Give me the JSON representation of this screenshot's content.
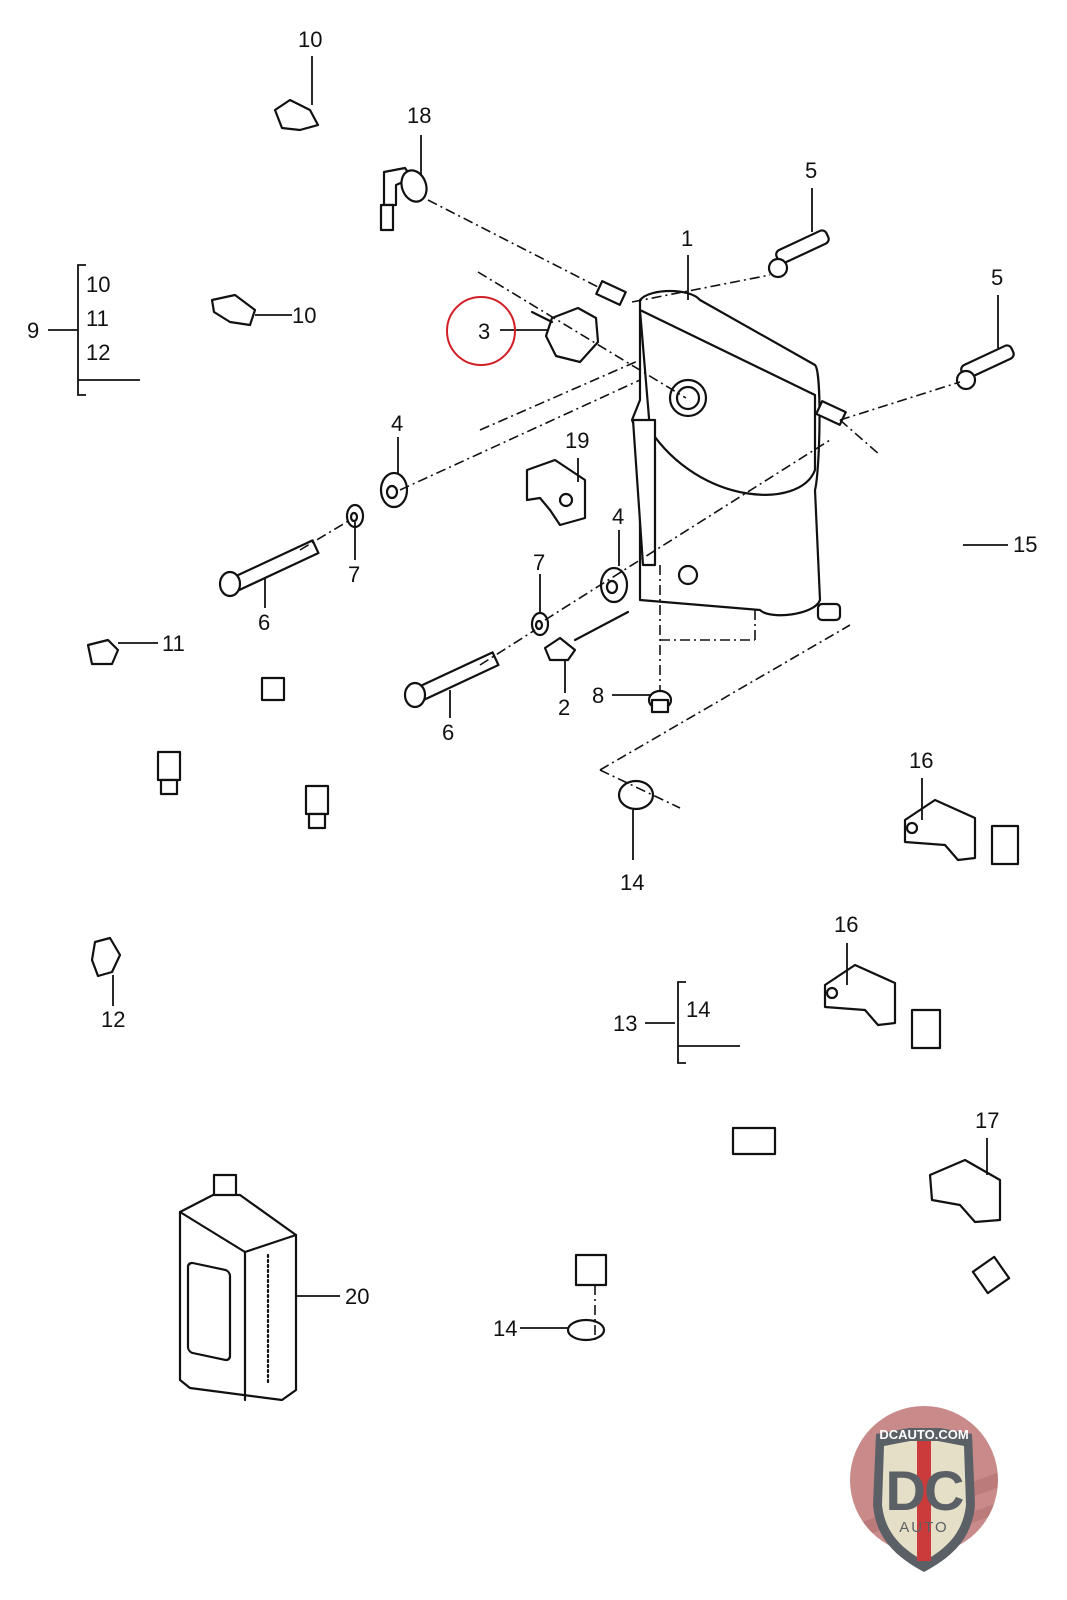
{
  "diagram": {
    "type": "exploded parts diagram",
    "highlighted_part": "3",
    "highlight_color": "#d21f26",
    "callouts": [
      {
        "id": "c1",
        "text": "1"
      },
      {
        "id": "c2",
        "text": "2"
      },
      {
        "id": "c3",
        "text": "3"
      },
      {
        "id": "c4a",
        "text": "4"
      },
      {
        "id": "c4b",
        "text": "4"
      },
      {
        "id": "c5a",
        "text": "5"
      },
      {
        "id": "c5b",
        "text": "5"
      },
      {
        "id": "c6a",
        "text": "6"
      },
      {
        "id": "c6b",
        "text": "6"
      },
      {
        "id": "c7a",
        "text": "7"
      },
      {
        "id": "c7b",
        "text": "7"
      },
      {
        "id": "c8",
        "text": "8"
      },
      {
        "id": "c9",
        "text": "9"
      },
      {
        "id": "c9_10",
        "text": "10"
      },
      {
        "id": "c9_11",
        "text": "11"
      },
      {
        "id": "c9_12",
        "text": "12"
      },
      {
        "id": "c10a",
        "text": "10"
      },
      {
        "id": "c10b",
        "text": "10"
      },
      {
        "id": "c11",
        "text": "11"
      },
      {
        "id": "c12",
        "text": "12"
      },
      {
        "id": "c13",
        "text": "13"
      },
      {
        "id": "c13_14",
        "text": "14"
      },
      {
        "id": "c14a",
        "text": "14"
      },
      {
        "id": "c14b",
        "text": "14"
      },
      {
        "id": "c15",
        "text": "15"
      },
      {
        "id": "c16a",
        "text": "16"
      },
      {
        "id": "c16b",
        "text": "16"
      },
      {
        "id": "c17",
        "text": "17"
      },
      {
        "id": "c18",
        "text": "18"
      },
      {
        "id": "c19",
        "text": "19"
      },
      {
        "id": "c20",
        "text": "20"
      }
    ]
  },
  "logo": {
    "site": "DCAUTO.COM",
    "mark": "DC",
    "sub": "AUTO",
    "colors": {
      "background": "#c98a8a",
      "shield": "#e4dfc6",
      "letters": "#5b6066",
      "stripe": "#cc3b3b"
    }
  }
}
